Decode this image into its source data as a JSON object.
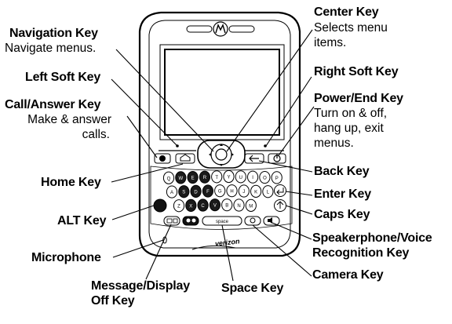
{
  "labels": {
    "navigation_key": {
      "title": "Navigation Key",
      "desc": "Navigate menus."
    },
    "left_soft_key": {
      "title": "Left Soft Key"
    },
    "call_answer_key": {
      "title": "Call/Answer Key",
      "desc_line1": "Make & answer",
      "desc_line2": "calls."
    },
    "home_key": {
      "title": "Home Key"
    },
    "alt_key": {
      "title": "ALT Key"
    },
    "microphone": {
      "title": "Microphone"
    },
    "message_display_off_key": {
      "title_line1": "Message/Display",
      "title_line2": "Off Key"
    },
    "space_key": {
      "title": "Space Key"
    },
    "center_key": {
      "title": "Center Key",
      "desc_line1": "Selects menu",
      "desc_line2": "items."
    },
    "right_soft_key": {
      "title": "Right Soft Key"
    },
    "power_end_key": {
      "title": "Power/End Key",
      "desc_line1": "Turn  on & off,",
      "desc_line2": "hang up, exit",
      "desc_line3": "menus."
    },
    "back_key": {
      "title": "Back Key"
    },
    "enter_key": {
      "title": "Enter Key"
    },
    "caps_key": {
      "title": "Caps Key"
    },
    "speakerphone_key": {
      "title_line1": "Speakerphone/Voice",
      "title_line2": "Recognition Key"
    },
    "camera_key": {
      "title": "Camera Key"
    }
  },
  "phone": {
    "brand": "verizon",
    "space_bar_label": "space",
    "keyboard_rows": [
      [
        "Q",
        "W",
        "E",
        "R",
        "T",
        "Y",
        "U",
        "I",
        "O",
        "P"
      ],
      [
        "A",
        "S",
        "D",
        "F",
        "G",
        "H",
        "J",
        "K",
        "L"
      ],
      [
        "Z",
        "X",
        "C",
        "V",
        "B",
        "N",
        "M"
      ]
    ]
  },
  "colors": {
    "ink": "#000000",
    "background": "#ffffff",
    "key_fill": "#ffffff",
    "dark_key": "#1a1a1a"
  }
}
